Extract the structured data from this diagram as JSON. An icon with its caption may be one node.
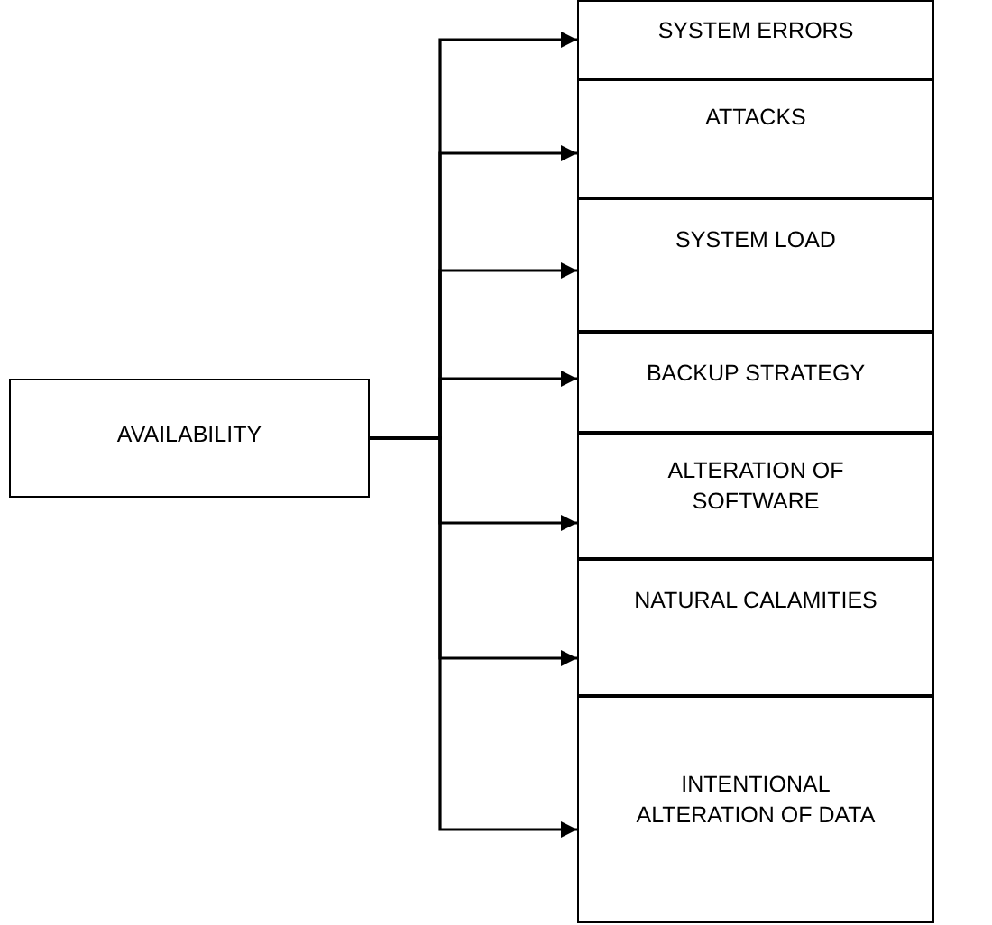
{
  "diagram": {
    "nodes": [
      {
        "text": [
          "AVAILABILITY"
        ]
      },
      {
        "text": [
          "SYSTEM ERRORS"
        ]
      },
      {
        "text": [
          "ATTACKS"
        ]
      },
      {
        "text": [
          "SYSTEM LOAD"
        ]
      },
      {
        "text": [
          "BACKUP STRATEGY"
        ]
      },
      {
        "text": [
          "ALTERATION OF SOFTWARE"
        ]
      },
      {
        "text": [
          "NATURAL CALAMITIES"
        ]
      },
      {
        "text": [
          "INTENTIONAL ALTERATION OF DATA"
        ]
      }
    ],
    "edges": [
      {
        "from": 0,
        "to": 1,
        "arrow": "to"
      },
      {
        "from": 0,
        "to": 2,
        "arrow": "to"
      },
      {
        "from": 0,
        "to": 3,
        "arrow": "to"
      },
      {
        "from": 0,
        "to": 4,
        "arrow": "to"
      },
      {
        "from": 0,
        "to": 5,
        "arrow": "to"
      },
      {
        "from": 0,
        "to": 6,
        "arrow": "to"
      },
      {
        "from": 0,
        "to": 7,
        "arrow": "to"
      }
    ]
  }
}
